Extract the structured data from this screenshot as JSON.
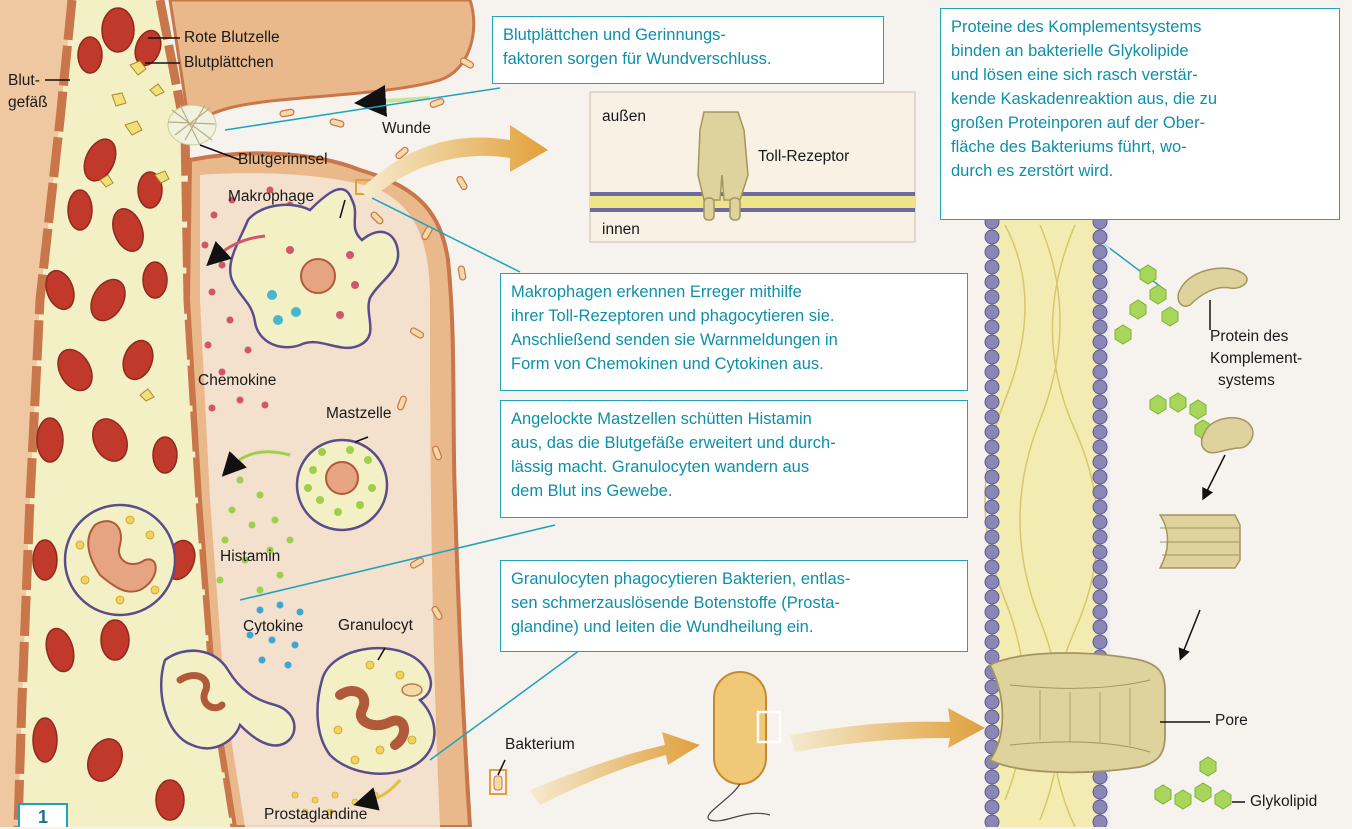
{
  "figure_number": "1",
  "labels": {
    "rote_blutzelle": "Rote Blutzelle",
    "blutplaettchen": "Blutplättchen",
    "blutgefaess_1": "Blut-",
    "blutgefaess_2": "gefäß",
    "blutgerinnsel": "Blutgerinnsel",
    "wunde": "Wunde",
    "makrophage": "Makrophage",
    "chemokine": "Chemokine",
    "mastzelle": "Mastzelle",
    "histamin": "Histamin",
    "cytokine": "Cytokine",
    "granulocyt": "Granulocyt",
    "prostaglandine": "Prostaglandine",
    "bakterium": "Bakterium",
    "protein_komplement_1": "Protein des",
    "protein_komplement_2": "Komplement-",
    "protein_komplement_3": "systems",
    "pore": "Pore",
    "glykolipid": "Glykolipid"
  },
  "inset": {
    "aussen": "außen",
    "innen": "innen",
    "toll_rezeptor": "Toll-Rezeptor"
  },
  "boxes": {
    "wundverschluss": [
      "Blutplättchen und Gerinnungs-",
      "faktoren sorgen für Wundverschluss."
    ],
    "komplement": [
      "Proteine des Komplementsystems",
      "binden an bakterielle Glykolipide",
      "und lösen eine sich rasch verstär-",
      "kende Kaskadenreaktion aus, die zu",
      "großen Proteinporen auf der Ober-",
      "fläche des Bakteriums führt, wo-",
      "durch es zerstört wird."
    ],
    "makrophagen": [
      "Makrophagen erkennen Erreger mithilfe",
      "ihrer Toll-Rezeptoren und phagocytieren sie.",
      "Anschließend senden sie Warnmeldungen in",
      "Form von Chemokinen und Cytokinen aus."
    ],
    "mastzellen": [
      "Angelockte Mastzellen schütten Histamin",
      "aus, das die Blutgefäße erweitert und durch-",
      "lässig macht. Granulocyten wandern aus",
      "dem Blut ins Gewebe."
    ],
    "granulocyten": [
      "Granulocyten phagocytieren Bakterien, entlas-",
      "sen schmerzauslösende Botenstoffe (Prosta-",
      "glandine) und leiten die Wundheilung ein."
    ]
  },
  "colors": {
    "tissue": "#e9b98c",
    "tissue_edge": "#c8764a",
    "plasma": "#f3f0c6",
    "red_cell": "#c0392b",
    "callout": "#1ea3bb",
    "arrow": "#e2a840",
    "membrane_bead": "#8a86b5",
    "lipid": "#ece08a",
    "complement": "#ded39c",
    "glycolipid": "#a7d65a"
  }
}
